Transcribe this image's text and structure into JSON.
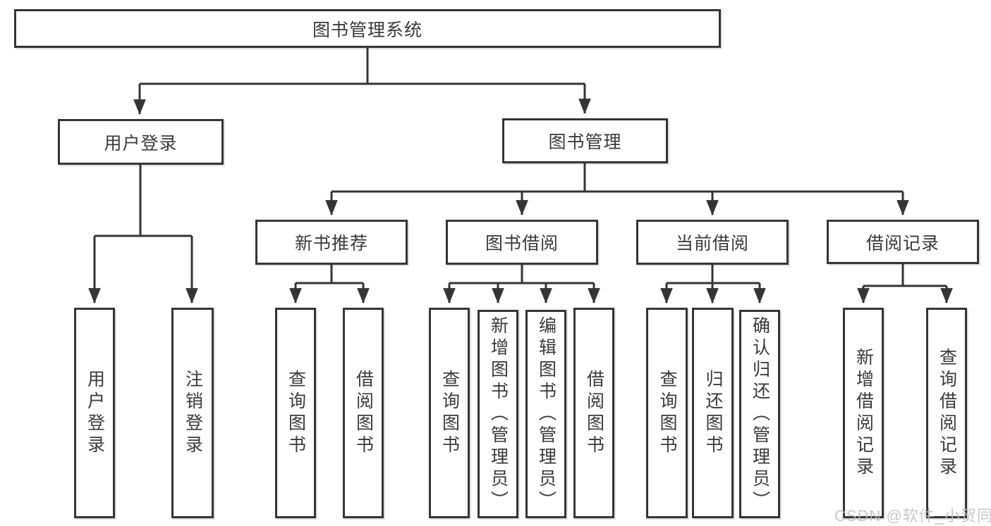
{
  "diagram": {
    "root": {
      "label": "图书管理系统"
    },
    "login_branch": {
      "label": "用户登录",
      "children": [
        {
          "label": "用户登录"
        },
        {
          "label": "注销登录"
        }
      ]
    },
    "management_branch": {
      "label": "图书管理",
      "sections": [
        {
          "label": "新书推荐",
          "children": [
            {
              "label": "查询图书"
            },
            {
              "label": "借阅图书"
            }
          ]
        },
        {
          "label": "图书借阅",
          "children": [
            {
              "label": "查询图书"
            },
            {
              "label": "新增图书（管理员）"
            },
            {
              "label": "编辑图书（管理员）"
            },
            {
              "label": "借阅图书"
            }
          ]
        },
        {
          "label": "当前借阅",
          "children": [
            {
              "label": "查询图书"
            },
            {
              "label": "归还图书"
            },
            {
              "label": "确认归还（管理员）"
            }
          ]
        },
        {
          "label": "借阅记录",
          "children": [
            {
              "label": "新增借阅记录"
            },
            {
              "label": "查询借阅记录"
            }
          ]
        }
      ]
    },
    "watermark": "CSDN @软件_小贺同学",
    "colors": {
      "line": "#3a3a3a",
      "box_border": "#353535",
      "text": "#3a3a3a",
      "watermark": "#bfbfbf",
      "background": "#ffffff"
    }
  }
}
